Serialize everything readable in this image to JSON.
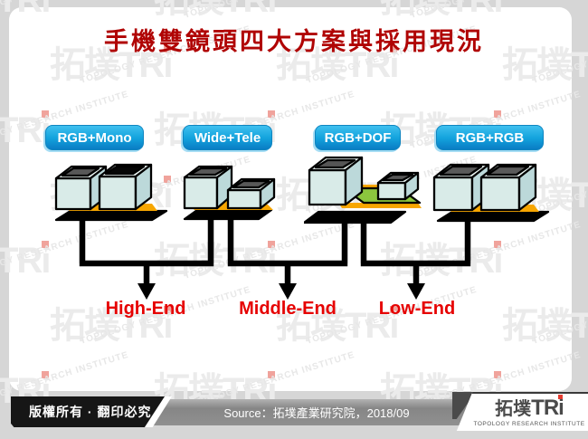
{
  "title": "手機雙鏡頭四大方案與採用現況",
  "schemes": [
    {
      "label": "RGB+Mono",
      "tiers": [
        "High-End"
      ]
    },
    {
      "label": "Wide+Tele",
      "tiers": [
        "High-End",
        "Middle-End"
      ]
    },
    {
      "label": "RGB+DOF",
      "tiers": [
        "Middle-End",
        "Low-End"
      ]
    },
    {
      "label": "RGB+RGB",
      "tiers": [
        "Low-End"
      ]
    }
  ],
  "tiers": [
    {
      "label": "High-End"
    },
    {
      "label": "Middle-End"
    },
    {
      "label": "Low-End"
    }
  ],
  "footer": {
    "copyright": "版權所有 · 翻印必究",
    "source": "Source：拓墣產業研究院，2018/09",
    "logo": {
      "cjk": "拓墣",
      "latin": "TRi",
      "subtitle": "TOPOLOGY RESEARCH INSTITUTE"
    }
  },
  "watermark": {
    "logo": "拓墣TRi",
    "subtitle": "TOPOLOGY RESEARCH INSTITUTE"
  },
  "colors": {
    "title_red": "#b00404",
    "tier_red": "#e60000",
    "box_blue_top": "#3fc0ef",
    "box_blue_bottom": "#0a7cc4",
    "flex_orange": "#f7a600",
    "pcb_green": "#8cc63e",
    "cube_face": "#d9ebe8",
    "bar_gray": "#8e8e8e",
    "badge_black": "#161616"
  }
}
